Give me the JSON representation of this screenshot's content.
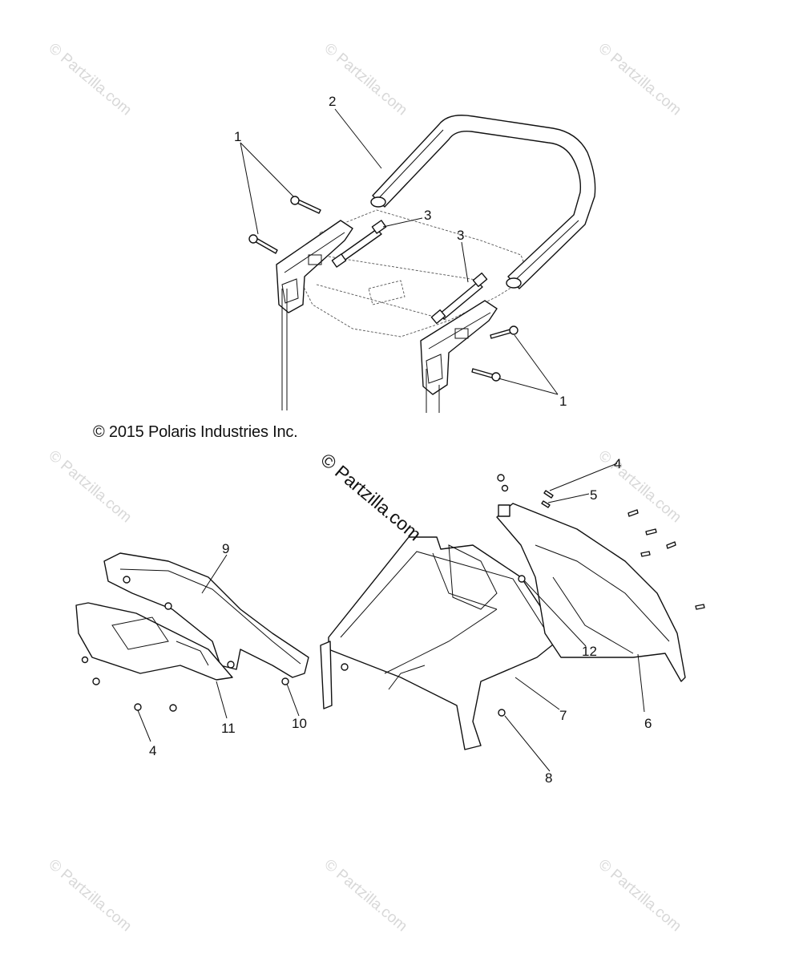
{
  "copyright": "© 2015 Polaris Industries Inc.",
  "watermark_text": "© Partzilla.com",
  "callouts": {
    "c1a": "1",
    "c1b": "1",
    "c2": "2",
    "c3a": "3",
    "c3b": "3",
    "c4a": "4",
    "c4b": "4",
    "c5": "5",
    "c6": "6",
    "c7": "7",
    "c8": "8",
    "c9": "9",
    "c10": "10",
    "c11": "11",
    "c12": "12"
  }
}
